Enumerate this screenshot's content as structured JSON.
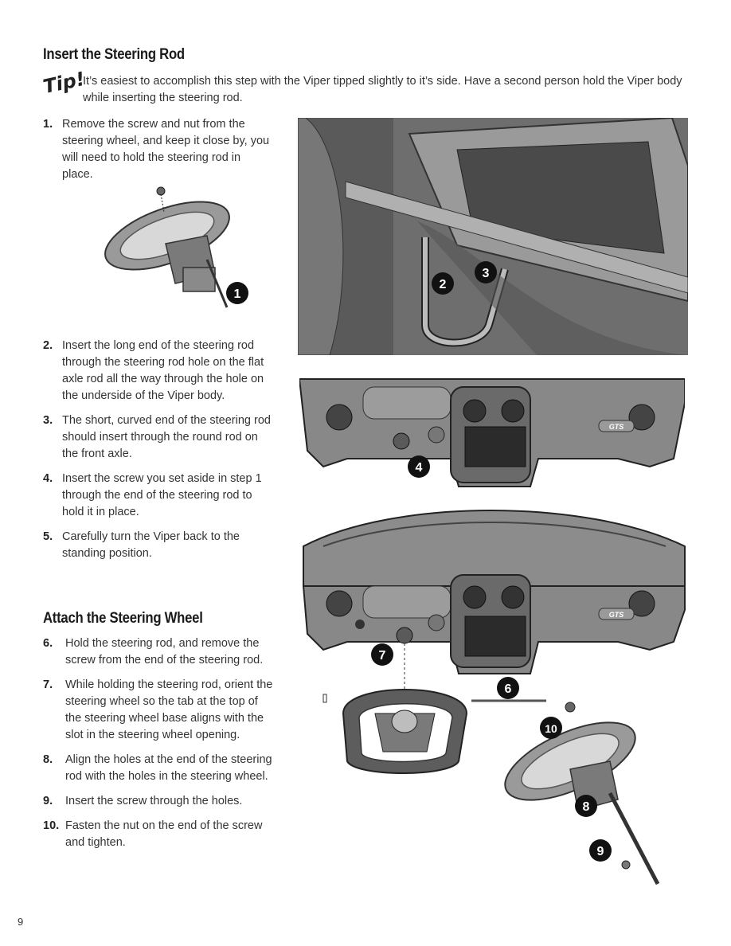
{
  "section1": {
    "title": "Insert the Steering Rod",
    "tip_label": "Tip!",
    "tip_text": "It’s easiest to accomplish this step with the Viper tipped slightly to it’s side.  Have a second person hold the Viper body while inserting the steering rod."
  },
  "steps1": [
    {
      "num": "1.",
      "text": "Remove the screw and nut from the steering wheel, and keep it close by, you will need to hold the steering rod in place."
    },
    {
      "num": "2.",
      "text": "Insert the long end of the steering rod through the steering rod hole on the flat axle rod all the way through the hole on the underside of the Viper body."
    },
    {
      "num": "3.",
      "text": "The short, curved end of the steering rod should insert through the round rod on the front axle."
    },
    {
      "num": "4.",
      "text": "Insert the screw you set aside in step 1 through the end of the steering rod to hold it in place."
    },
    {
      "num": "5.",
      "text": "Carefully turn the Viper back to the standing position."
    }
  ],
  "section2": {
    "title": "Attach the Steering Wheel"
  },
  "steps2": [
    {
      "num": "6.",
      "text": "Hold the steering rod, and remove the screw from the end of the steering rod."
    },
    {
      "num": "7.",
      "text": "While holding the steering rod, orient the steering wheel so the tab at the top of the steering wheel base aligns with the slot in the steering wheel opening."
    },
    {
      "num": "8.",
      "text": "Align the holes at the end of the steering rod with the holes in the steering wheel."
    },
    {
      "num": "9.",
      "text": "Insert the screw through the holes."
    },
    {
      "num": "10.",
      "text": "Fasten the nut on the end of the screw and tighten."
    }
  ],
  "callouts": {
    "c1": "1",
    "c2": "2",
    "c3": "3",
    "c4": "4",
    "c5": "6",
    "c6": "7",
    "c7": "8",
    "c8": "9",
    "c9": "10"
  },
  "badges": {
    "gts1": "GTS",
    "gts2": "GTS"
  },
  "page_number": "9",
  "colors": {
    "panel_gray": "#8a8a8a",
    "dark_gray": "#4a4a4a",
    "callout_black": "#111111"
  }
}
